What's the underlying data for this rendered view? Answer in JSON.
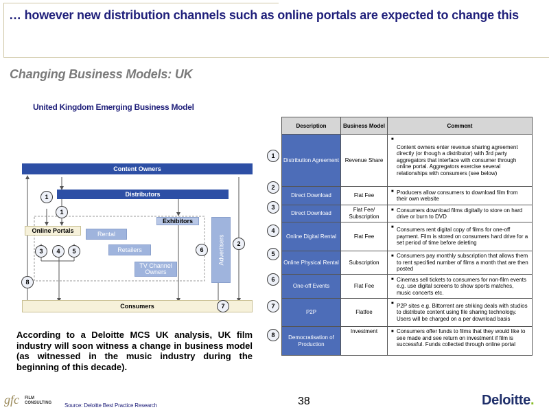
{
  "title": "… however new distribution channels such as online portals are expected to change this",
  "subtitle": "Changing Business Models: UK",
  "diagram": {
    "title": "United Kingdom Emerging Business Model",
    "content_owners": "Content Owners",
    "distributors": "Distributors",
    "exhibitors": "Exhibitors",
    "online_portals": "Online Portals",
    "rental": "Rental",
    "retailers": "Retailers",
    "tv_channel_owners": "TV Channel Owners",
    "advertisers": "Advertisers",
    "consumers": "Consumers",
    "badges": [
      "1",
      "1",
      "3",
      "4",
      "5",
      "6",
      "2",
      "8",
      "7"
    ]
  },
  "table": {
    "headers": [
      "Description",
      "Business Model",
      "Comment"
    ],
    "rows": [
      {
        "num": "1",
        "description": "Distribution Agreement",
        "model": "Revenue Share",
        "comment": "Content owners enter revenue sharing agreement directly (or though a distributor) with 3rd party aggregators that interface with consumer through online portal. Aggregators exercise several relationships with consumers (see below)"
      },
      {
        "num": "2",
        "description": "Direct Download",
        "model": "Flat Fee",
        "comment": "Producers allow consumers to download film from their own website"
      },
      {
        "num": "3",
        "description": "Direct Download",
        "model": "Flat Fee/ Subscription",
        "comment": "Consumers download films digitally to store on hard drive or burn to DVD"
      },
      {
        "num": "4",
        "description": "Online Digital Rental",
        "model": "Flat Fee",
        "comment": "Consumers rent digital copy of films for one-off payment. Film is stored on consumers hard drive for a set period of time before deleting"
      },
      {
        "num": "5",
        "description": "Online Physical Rental",
        "model": "Subscription",
        "comment": "Consumers pay monthly subscription that allows them to rent specified number of films a month that are then posted"
      },
      {
        "num": "6",
        "description": "One-off Events",
        "model": "Flat Fee",
        "comment": "Cinemas sell tickets to consumers for non-film events e.g. use digital screens to show sports matches, music concerts etc."
      },
      {
        "num": "7",
        "description": "P2P",
        "model": "Flatfee",
        "comment": "P2P sites e.g. Bittorrent are striking deals with studios to distribute content using file sharing technology. Users will be charged on a per download basis"
      },
      {
        "num": "8",
        "description": "Democratisation of Production",
        "model": "Investment",
        "comment": "Consumers offer funds to films that they would like to see made and see return on investment if film is successful. Funds collected through online portal"
      }
    ]
  },
  "analysis": "According to a Deloitte MCS UK analysis, UK film industry will soon witness a change in business model (as witnessed in the music industry during the beginning of this decade).",
  "footer": {
    "gfc_logo": "gfc",
    "film_logo": "FILM CONSULTING",
    "source": "Source: Deloitte Best Practice Research",
    "page_number": "38",
    "deloitte_logo": "Deloitte",
    "deloitte_dot": "."
  }
}
